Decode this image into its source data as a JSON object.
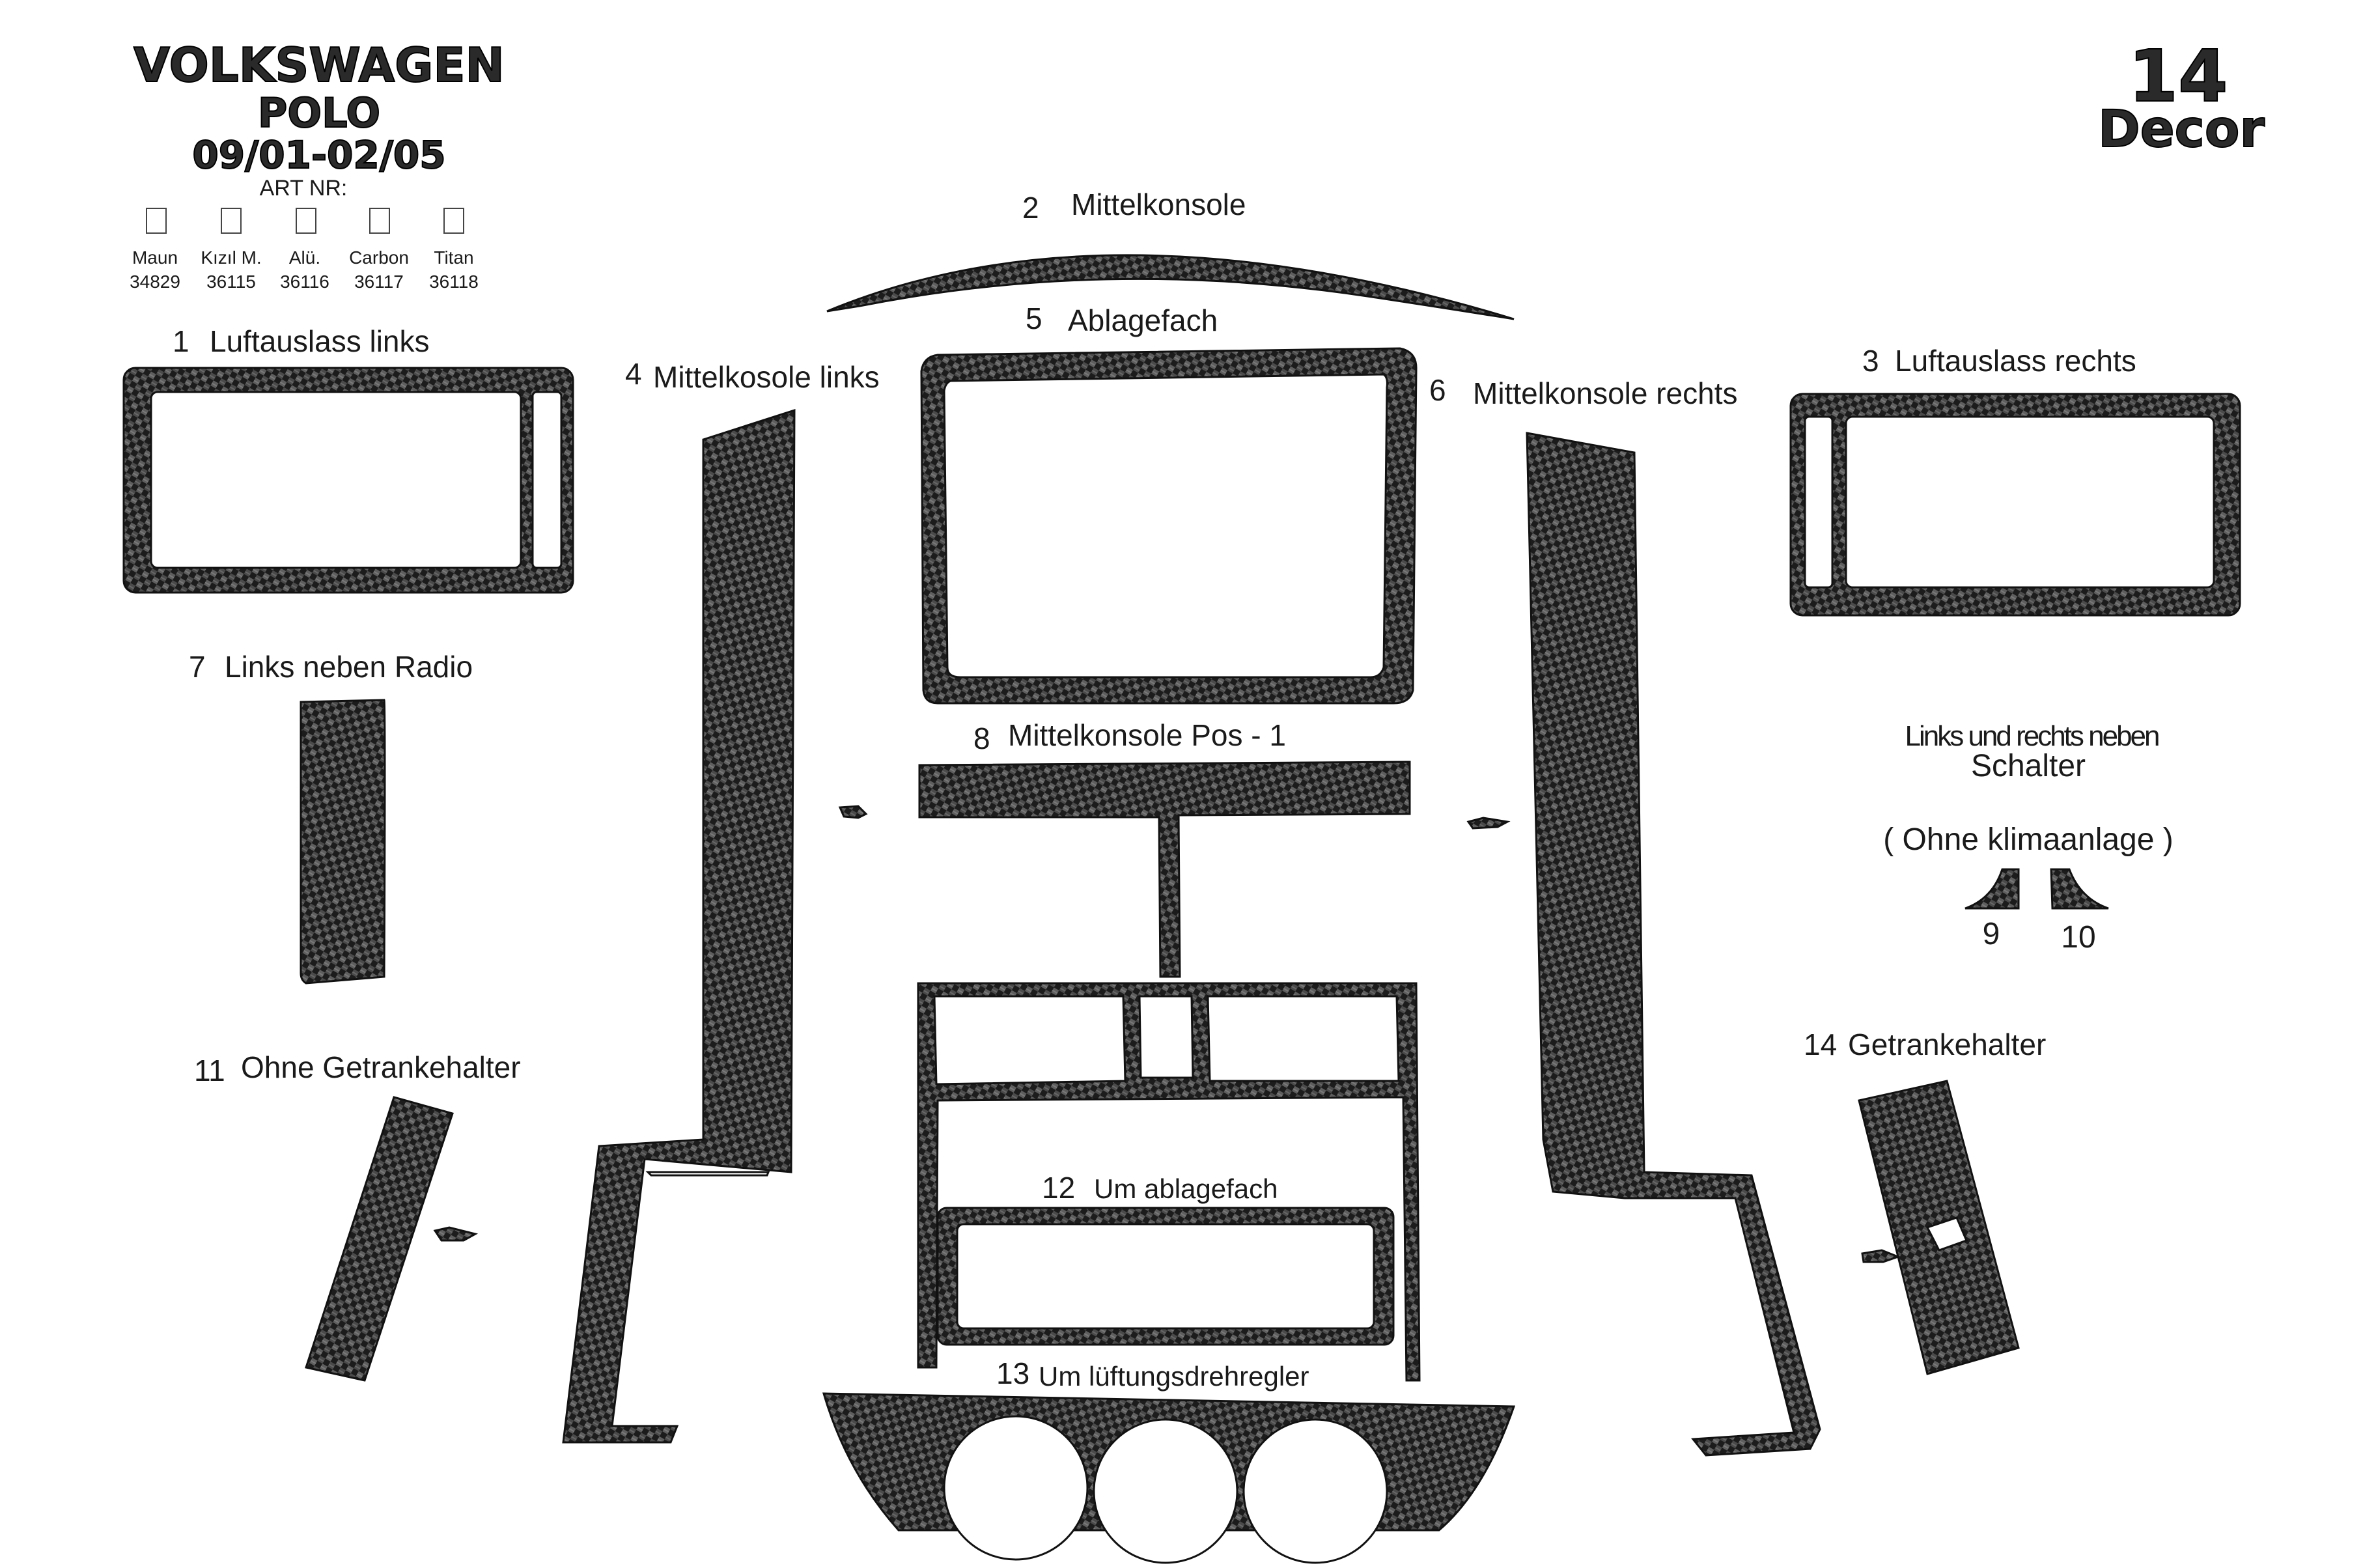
{
  "header": {
    "brand": "VOLKSWAGEN",
    "model": "POLO",
    "years": "09/01-02/05",
    "art_nr": "ART NR:",
    "variants": [
      {
        "name": "Maun",
        "code": "34829"
      },
      {
        "name": "Kızıl M.",
        "code": "36115"
      },
      {
        "name": "Alü.",
        "code": "36116"
      },
      {
        "name": "Carbon",
        "code": "36117"
      },
      {
        "name": "Titan",
        "code": "36118"
      }
    ],
    "piece_count": "14",
    "kit_type": "Decor"
  },
  "parts": [
    {
      "num": "1",
      "label": "Luftauslass links"
    },
    {
      "num": "2",
      "label": "Mittelkonsole"
    },
    {
      "num": "3",
      "label": "Luftauslass rechts"
    },
    {
      "num": "4",
      "label": "Mittelkosole links"
    },
    {
      "num": "5",
      "label": "Ablagefach"
    },
    {
      "num": "6",
      "label": "Mittelkonsole rechts"
    },
    {
      "num": "7",
      "label": "Links neben Radio"
    },
    {
      "num": "8",
      "label": "Mittelkonsole  Pos - 1"
    },
    {
      "num": "9",
      "label": ""
    },
    {
      "num": "10",
      "label": ""
    },
    {
      "num": "11",
      "label": "Ohne Getrankehalter"
    },
    {
      "num": "12",
      "label": "Um ablagefach"
    },
    {
      "num": "13",
      "label": "Um lüftungsdrehregler"
    },
    {
      "num": "14",
      "label": "Getrankehalter"
    }
  ],
  "note": {
    "line1": "Links und rechts neben",
    "line2": "Schalter",
    "line3": "( Ohne klimaanlage )"
  },
  "colors": {
    "carbon_dark": "#1c1c1c",
    "carbon_light": "#6a6a6a",
    "text": "#1a1a1a"
  }
}
